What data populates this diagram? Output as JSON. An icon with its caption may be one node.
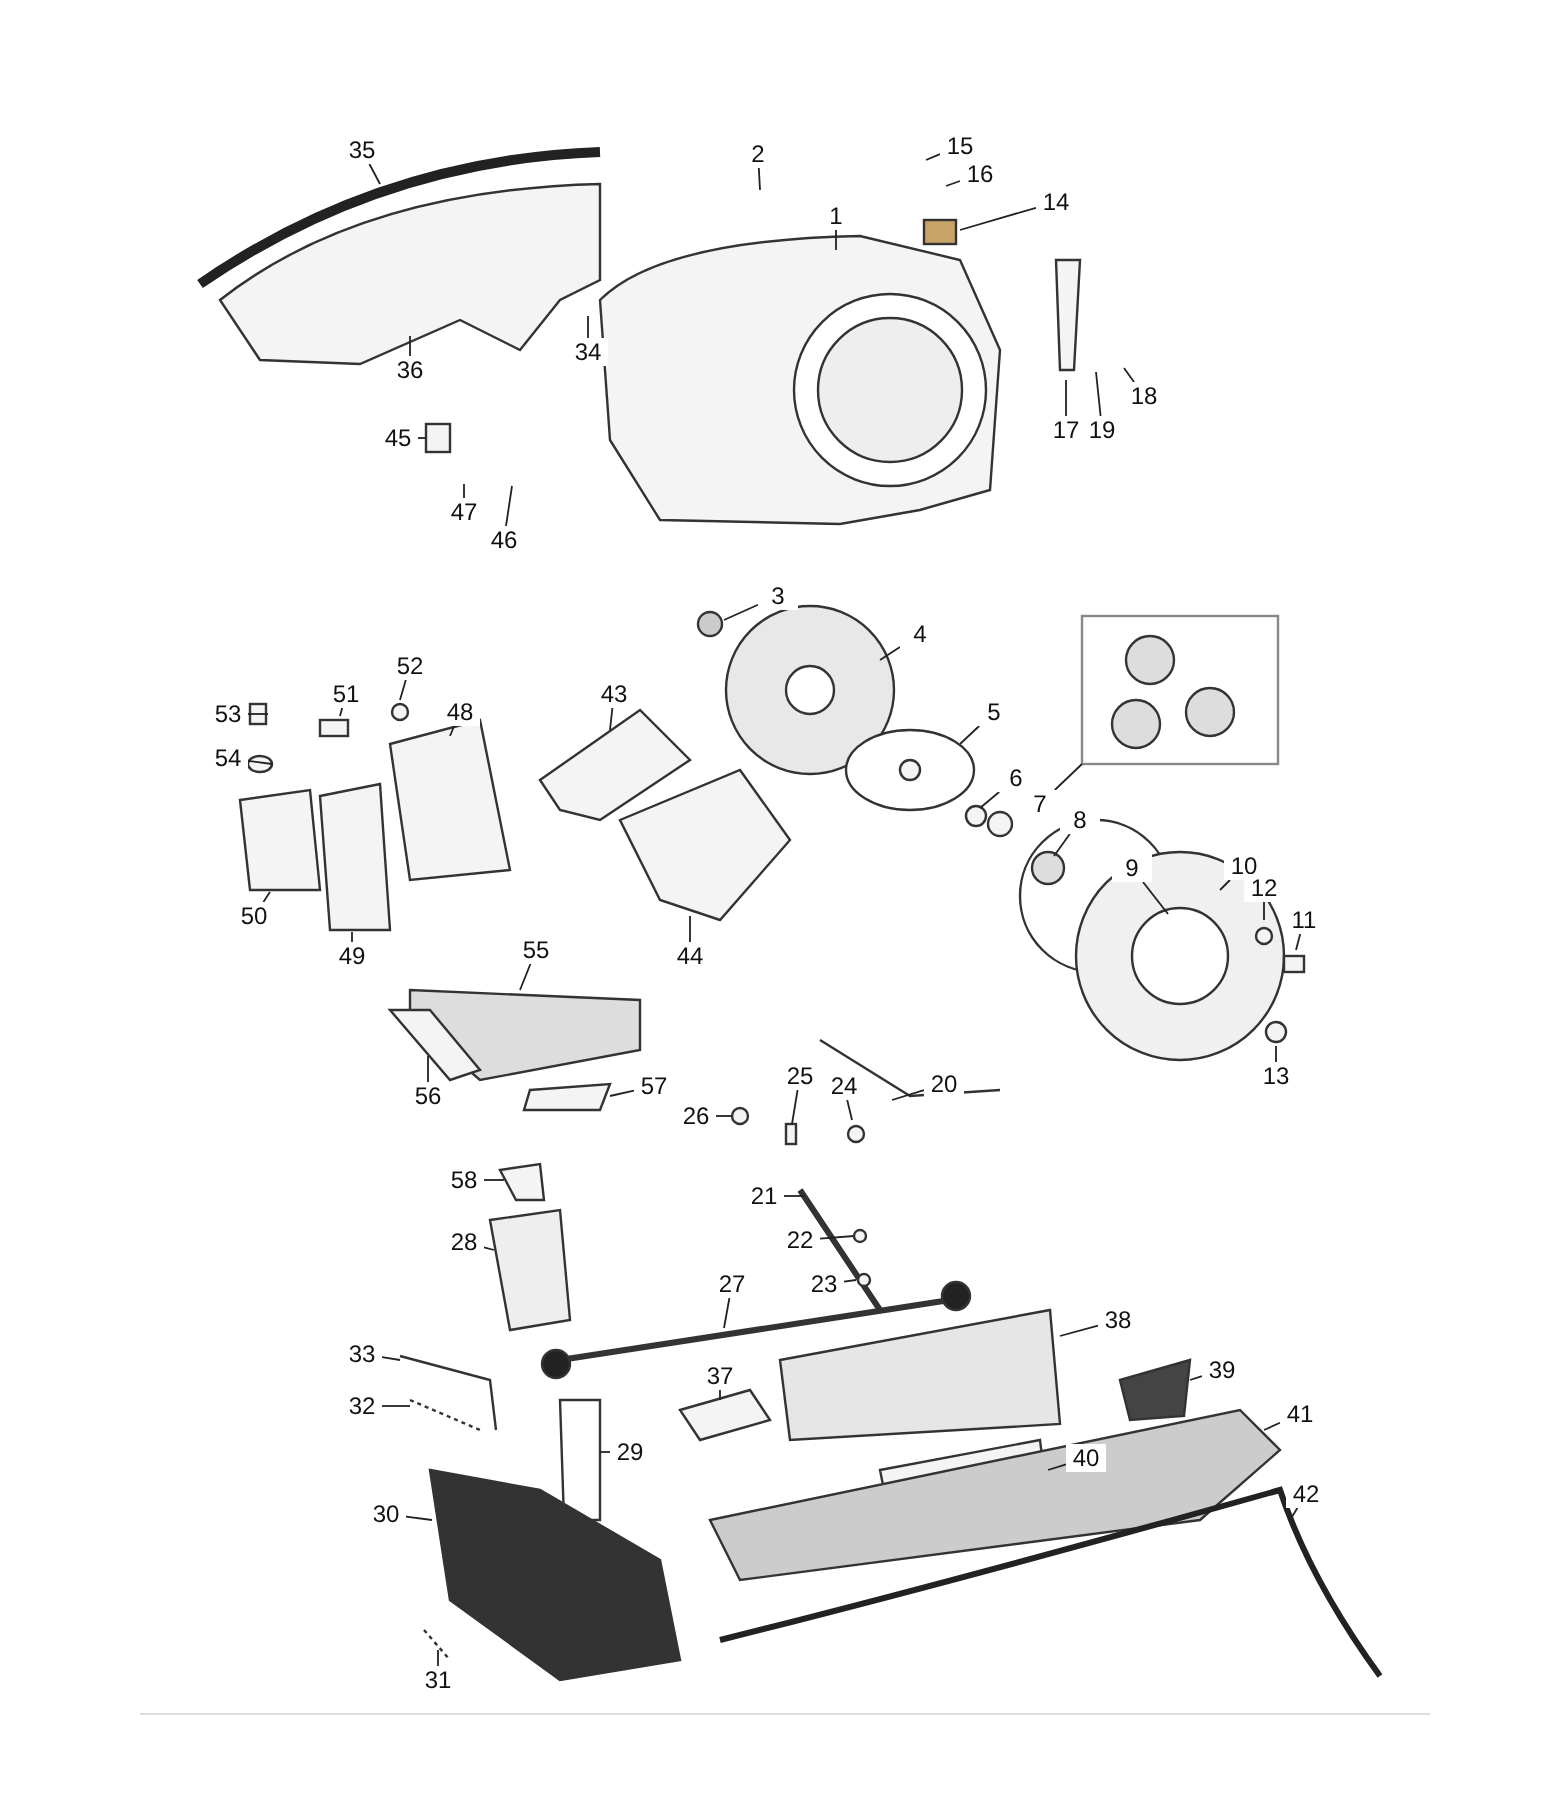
{
  "diagram": {
    "nodes": [
      {
        "text": [
          "35"
        ]
      },
      {
        "text": [
          "2"
        ]
      },
      {
        "text": [
          "15"
        ]
      },
      {
        "text": [
          "16"
        ]
      },
      {
        "text": [
          "14"
        ]
      },
      {
        "text": [
          "1"
        ]
      },
      {
        "text": [
          "36"
        ]
      },
      {
        "text": [
          "34"
        ]
      },
      {
        "text": [
          "17"
        ]
      },
      {
        "text": [
          "19"
        ]
      },
      {
        "text": [
          "18"
        ]
      },
      {
        "text": [
          "45"
        ]
      },
      {
        "text": [
          "47"
        ]
      },
      {
        "text": [
          "46"
        ]
      },
      {
        "text": [
          "3"
        ]
      },
      {
        "text": [
          "4"
        ]
      },
      {
        "text": [
          "5"
        ]
      },
      {
        "text": [
          "6"
        ]
      },
      {
        "text": [
          "7"
        ]
      },
      {
        "text": [
          "8"
        ]
      },
      {
        "text": [
          "9"
        ]
      },
      {
        "text": [
          "10"
        ]
      },
      {
        "text": [
          "12"
        ]
      },
      {
        "text": [
          "11"
        ]
      },
      {
        "text": [
          "13"
        ]
      },
      {
        "text": [
          "51"
        ]
      },
      {
        "text": [
          "52"
        ]
      },
      {
        "text": [
          "53"
        ]
      },
      {
        "text": [
          "54"
        ]
      },
      {
        "text": [
          "48"
        ]
      },
      {
        "text": [
          "43"
        ]
      },
      {
        "text": [
          "50"
        ]
      },
      {
        "text": [
          "49"
        ]
      },
      {
        "text": [
          "44"
        ]
      },
      {
        "text": [
          "55"
        ]
      },
      {
        "text": [
          "56"
        ]
      },
      {
        "text": [
          "57"
        ]
      },
      {
        "text": [
          "20"
        ]
      },
      {
        "text": [
          "24"
        ]
      },
      {
        "text": [
          "25"
        ]
      },
      {
        "text": [
          "26"
        ]
      },
      {
        "text": [
          "58"
        ]
      },
      {
        "text": [
          "21"
        ]
      },
      {
        "text": [
          "22"
        ]
      },
      {
        "text": [
          "23"
        ]
      },
      {
        "text": [
          "28"
        ]
      },
      {
        "text": [
          "27"
        ]
      },
      {
        "text": [
          "38"
        ]
      },
      {
        "text": [
          "33"
        ]
      },
      {
        "text": [
          "37"
        ]
      },
      {
        "text": [
          "39"
        ]
      },
      {
        "text": [
          "32"
        ]
      },
      {
        "text": [
          "41"
        ]
      },
      {
        "text": [
          "29"
        ]
      },
      {
        "text": [
          "40"
        ]
      },
      {
        "text": [
          "42"
        ]
      },
      {
        "text": [
          "30"
        ]
      },
      {
        "text": [
          "31"
        ]
      }
    ],
    "edges": [
      {
        "from": 0,
        "to": null,
        "arrow": "none"
      },
      {
        "from": 1,
        "to": null,
        "arrow": "none"
      },
      {
        "from": 2,
        "to": null,
        "arrow": "none"
      },
      {
        "from": 3,
        "to": null,
        "arrow": "none"
      },
      {
        "from": 4,
        "to": null,
        "arrow": "none"
      },
      {
        "from": 5,
        "to": null,
        "arrow": "none"
      },
      {
        "from": 6,
        "to": null,
        "arrow": "none"
      },
      {
        "from": 7,
        "to": null,
        "arrow": "none"
      },
      {
        "from": 8,
        "to": null,
        "arrow": "none"
      },
      {
        "from": 9,
        "to": null,
        "arrow": "none"
      },
      {
        "from": 10,
        "to": null,
        "arrow": "none"
      },
      {
        "from": 11,
        "to": null,
        "arrow": "none"
      },
      {
        "from": 12,
        "to": null,
        "arrow": "none"
      },
      {
        "from": 13,
        "to": null,
        "arrow": "none"
      },
      {
        "from": 14,
        "to": null,
        "arrow": "none"
      },
      {
        "from": 15,
        "to": null,
        "arrow": "none"
      },
      {
        "from": 16,
        "to": null,
        "arrow": "none"
      },
      {
        "from": 17,
        "to": null,
        "arrow": "none"
      },
      {
        "from": 18,
        "to": null,
        "arrow": "none"
      },
      {
        "from": 19,
        "to": null,
        "arrow": "none"
      },
      {
        "from": 20,
        "to": null,
        "arrow": "none"
      },
      {
        "from": 21,
        "to": null,
        "arrow": "none"
      },
      {
        "from": 22,
        "to": null,
        "arrow": "none"
      },
      {
        "from": 23,
        "to": null,
        "arrow": "none"
      },
      {
        "from": 24,
        "to": null,
        "arrow": "none"
      },
      {
        "from": 25,
        "to": null,
        "arrow": "none"
      },
      {
        "from": 26,
        "to": null,
        "arrow": "none"
      },
      {
        "from": 27,
        "to": null,
        "arrow": "none"
      },
      {
        "from": 28,
        "to": null,
        "arrow": "none"
      },
      {
        "from": 29,
        "to": null,
        "arrow": "none"
      },
      {
        "from": 30,
        "to": null,
        "arrow": "none"
      },
      {
        "from": 31,
        "to": null,
        "arrow": "none"
      },
      {
        "from": 32,
        "to": null,
        "arrow": "none"
      },
      {
        "from": 33,
        "to": null,
        "arrow": "none"
      },
      {
        "from": 34,
        "to": null,
        "arrow": "none"
      },
      {
        "from": 35,
        "to": null,
        "arrow": "none"
      },
      {
        "from": 36,
        "to": null,
        "arrow": "none"
      },
      {
        "from": 37,
        "to": null,
        "arrow": "none"
      },
      {
        "from": 38,
        "to": null,
        "arrow": "none"
      },
      {
        "from": 39,
        "to": null,
        "arrow": "none"
      },
      {
        "from": 40,
        "to": null,
        "arrow": "none"
      },
      {
        "from": 41,
        "to": null,
        "arrow": "none"
      },
      {
        "from": 42,
        "to": null,
        "arrow": "none"
      },
      {
        "from": 43,
        "to": null,
        "arrow": "none"
      },
      {
        "from": 44,
        "to": null,
        "arrow": "none"
      },
      {
        "from": 45,
        "to": null,
        "arrow": "none"
      },
      {
        "from": 46,
        "to": null,
        "arrow": "none"
      },
      {
        "from": 47,
        "to": null,
        "arrow": "none"
      },
      {
        "from": 48,
        "to": null,
        "arrow": "none"
      },
      {
        "from": 49,
        "to": null,
        "arrow": "none"
      },
      {
        "from": 50,
        "to": null,
        "arrow": "none"
      },
      {
        "from": 51,
        "to": null,
        "arrow": "none"
      },
      {
        "from": 52,
        "to": null,
        "arrow": "none"
      },
      {
        "from": 53,
        "to": null,
        "arrow": "none"
      },
      {
        "from": 54,
        "to": null,
        "arrow": "none"
      },
      {
        "from": 55,
        "to": null,
        "arrow": "none"
      },
      {
        "from": 56,
        "to": null,
        "arrow": "none"
      },
      {
        "from": 57,
        "to": null,
        "arrow": "none"
      }
    ]
  }
}
